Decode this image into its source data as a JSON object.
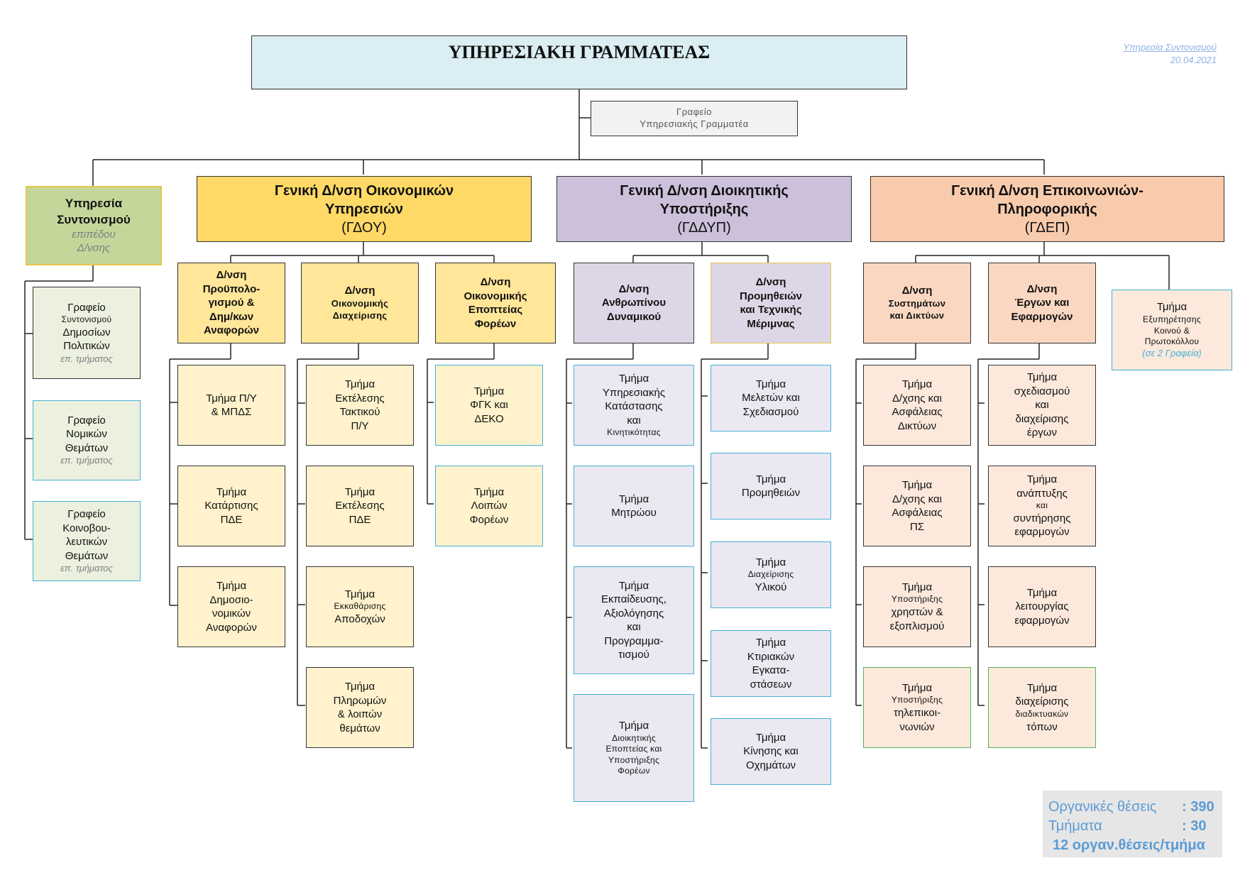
{
  "stamp": {
    "service": "Υπηρεσία Συντονισμού",
    "date": "20.04.2021"
  },
  "top": {
    "title": "ΥΠΗΡΕΣΙΑΚΗ ΓΡΑΜΜΑΤΕΑΣ"
  },
  "office": {
    "line1": "Γραφείο",
    "line2": "Υπηρεσιακής Γραμματέα"
  },
  "coord": {
    "line1": "Υπηρεσία",
    "line2": "Συντονισμού",
    "level1": "επιπέδου",
    "level2": "Δ/νσης",
    "offices": [
      {
        "lines": [
          "Γραφείο",
          "Συντονισμού",
          "Δημοσίων",
          "Πολιτικών"
        ],
        "note": "επ. τμήματος"
      },
      {
        "lines": [
          "Γραφείο",
          "Νομικών",
          "Θεμάτων"
        ],
        "note": "επ. τμήματος"
      },
      {
        "lines": [
          "Γραφείο",
          "Κοινοβου-",
          "λευτικών",
          "Θεμάτων"
        ],
        "note": "επ. τμήματος"
      }
    ]
  },
  "gdou": {
    "lines": [
      "Γενική Δ/νση Οικονομικών",
      "Υπηρεσιών"
    ],
    "abbr": "(ΓΔΟΥ)",
    "dirs": [
      {
        "lines": [
          "Δ/νση",
          "Προϋπολο-",
          "γισμού &",
          "Δημ/κων",
          "Αναφορών"
        ],
        "depts": [
          [
            "Τμήμα Π/Υ",
            "& ΜΠΔΣ"
          ],
          [
            "Τμήμα",
            "Κατάρτισης",
            "ΠΔΕ"
          ],
          [
            "Τμήμα",
            "Δημοσιο-",
            "νομικών",
            "Αναφορών"
          ]
        ]
      },
      {
        "lines": [
          "Δ/νση",
          "Οικονομικής",
          "Διαχείρισης"
        ],
        "depts": [
          [
            "Τμήμα",
            "Εκτέλεσης",
            "Τακτικού",
            "Π/Υ"
          ],
          [
            "Τμήμα",
            "Εκτέλεσης",
            "ΠΔΕ"
          ],
          [
            "Τμήμα",
            "Εκκαθάρισης",
            "Αποδοχών"
          ],
          [
            "Τμήμα",
            "Πληρωμών",
            "& λοιπών",
            "θεμάτων"
          ]
        ]
      },
      {
        "lines": [
          "Δ/νση",
          "Οικονομικής",
          "Εποπτείας",
          "Φορέων"
        ],
        "depts": [
          [
            "Τμήμα",
            "ΦΓΚ και",
            "ΔΕΚΟ"
          ],
          [
            "Τμήμα",
            "Λοιπών",
            "Φορέων"
          ]
        ]
      }
    ]
  },
  "gdyp": {
    "lines": [
      "Γενική Δ/νση Διοικητικής",
      "Υποστήριξης"
    ],
    "abbr": "(ΓΔΔΥΠ)",
    "dirs": [
      {
        "lines": [
          "Δ/νση",
          "Ανθρωπίνου",
          "Δυναμικού"
        ],
        "depts": [
          [
            "Τμήμα",
            "Υπηρεσιακής",
            "Κατάστασης",
            "και",
            "Κινητικότητας"
          ],
          [
            "Τμήμα",
            "Μητρώου"
          ],
          [
            "Τμήμα",
            "Εκπαίδευσης,",
            "Αξιολόγησης",
            "και",
            "Προγραμμα-",
            "τισμού"
          ],
          [
            "Τμήμα",
            "Διοικητικής",
            "Εποπτείας και",
            "Υποστήριξης",
            "Φορέων"
          ]
        ]
      },
      {
        "lines": [
          "Δ/νση",
          "Προμηθειών",
          "και Τεχνικής",
          "Μέριμνας"
        ],
        "depts": [
          [
            "Τμήμα",
            "Μελετών και",
            "Σχεδιασμού"
          ],
          [
            "Τμήμα",
            "Προμηθειών"
          ],
          [
            "Τμήμα",
            "Διαχείρισης",
            "Υλικού"
          ],
          [
            "Τμήμα",
            "Κτιριακών",
            "Εγκατα-",
            "στάσεων"
          ],
          [
            "Τμήμα",
            "Κίνησης και",
            "Οχημάτων"
          ]
        ]
      }
    ]
  },
  "gdep": {
    "lines": [
      "Γενική Δ/νση Επικοινωνιών-",
      "Πληροφορικής"
    ],
    "abbr": "(ΓΔΕΠ)",
    "dirs": [
      {
        "lines": [
          "Δ/νση",
          "Συστημάτων",
          "και Δικτύων"
        ],
        "depts": [
          [
            "Τμήμα",
            "Δ/χσης και",
            "Ασφάλειας",
            "Δικτύων"
          ],
          [
            "Τμήμα",
            "Δ/χσης και",
            "Ασφάλειας",
            "ΠΣ"
          ],
          [
            "Τμήμα",
            "Υποστήριξης",
            "χρηστών &",
            "εξοπλισμού"
          ],
          [
            "Τμήμα",
            "Υποστήριξης",
            "τηλεπικοι-",
            "νωνιών"
          ]
        ]
      },
      {
        "lines": [
          "Δ/νση",
          "Έργων και",
          "Εφαρμογών"
        ],
        "depts": [
          [
            "Τμήμα",
            "σχεδιασμού",
            "και",
            "διαχείρισης",
            "έργων"
          ],
          [
            "Τμήμα",
            "ανάπτυξης",
            "και",
            "συντήρησης",
            "εφαρμογών"
          ],
          [
            "Τμήμα",
            "λειτουργίας",
            "εφαρμογών"
          ],
          [
            "Τμήμα",
            "διαχείρισης",
            "διαδικτυακών",
            "τόπων"
          ]
        ]
      }
    ],
    "extra": {
      "lines": [
        "Τμήμα",
        "Εξυπηρέτησης",
        "Κοινού &",
        "Πρωτοκόλλου"
      ],
      "note": "(σε 2 Γραφεία)"
    }
  },
  "stats": {
    "positions_label": "Οργανικές θέσεις",
    "positions_value": ": 390",
    "depts_label": "Τμήματα",
    "depts_value": ": 30",
    "footer": "12 οργαν.θέσεις/τμήμα"
  }
}
